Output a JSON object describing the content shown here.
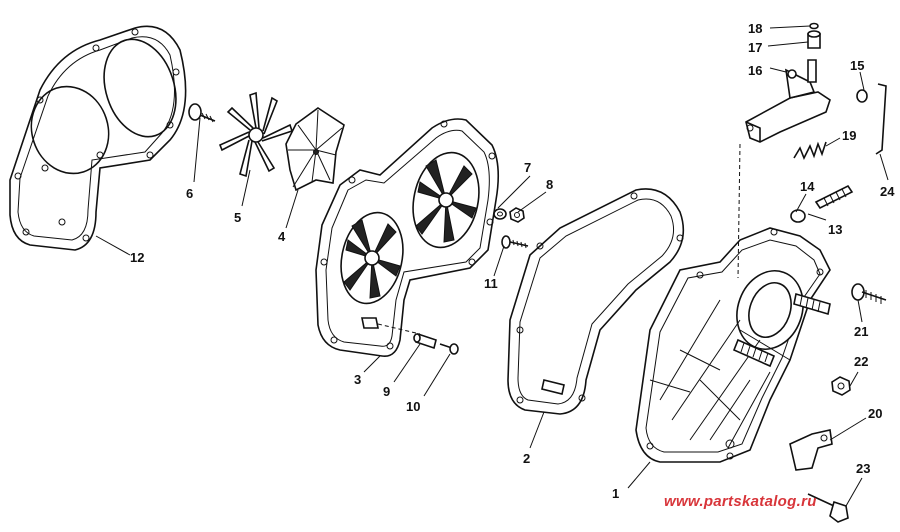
{
  "diagram": {
    "type": "exploded-parts-view",
    "parts": [
      {
        "number": "1"
      },
      {
        "number": "2"
      },
      {
        "number": "3"
      },
      {
        "number": "4"
      },
      {
        "number": "5"
      },
      {
        "number": "6"
      },
      {
        "number": "7"
      },
      {
        "number": "8"
      },
      {
        "number": "9"
      },
      {
        "number": "10"
      },
      {
        "number": "11"
      },
      {
        "number": "12"
      },
      {
        "number": "13"
      },
      {
        "number": "14"
      },
      {
        "number": "15"
      },
      {
        "number": "16"
      },
      {
        "number": "17"
      },
      {
        "number": "18"
      },
      {
        "number": "19"
      },
      {
        "number": "20"
      },
      {
        "number": "21"
      },
      {
        "number": "22"
      },
      {
        "number": "23"
      },
      {
        "number": "24"
      }
    ]
  },
  "watermark": "www.partskatalog.ru",
  "colors": {
    "line": "#111111",
    "background": "#ffffff",
    "watermark": "#d8353a"
  }
}
